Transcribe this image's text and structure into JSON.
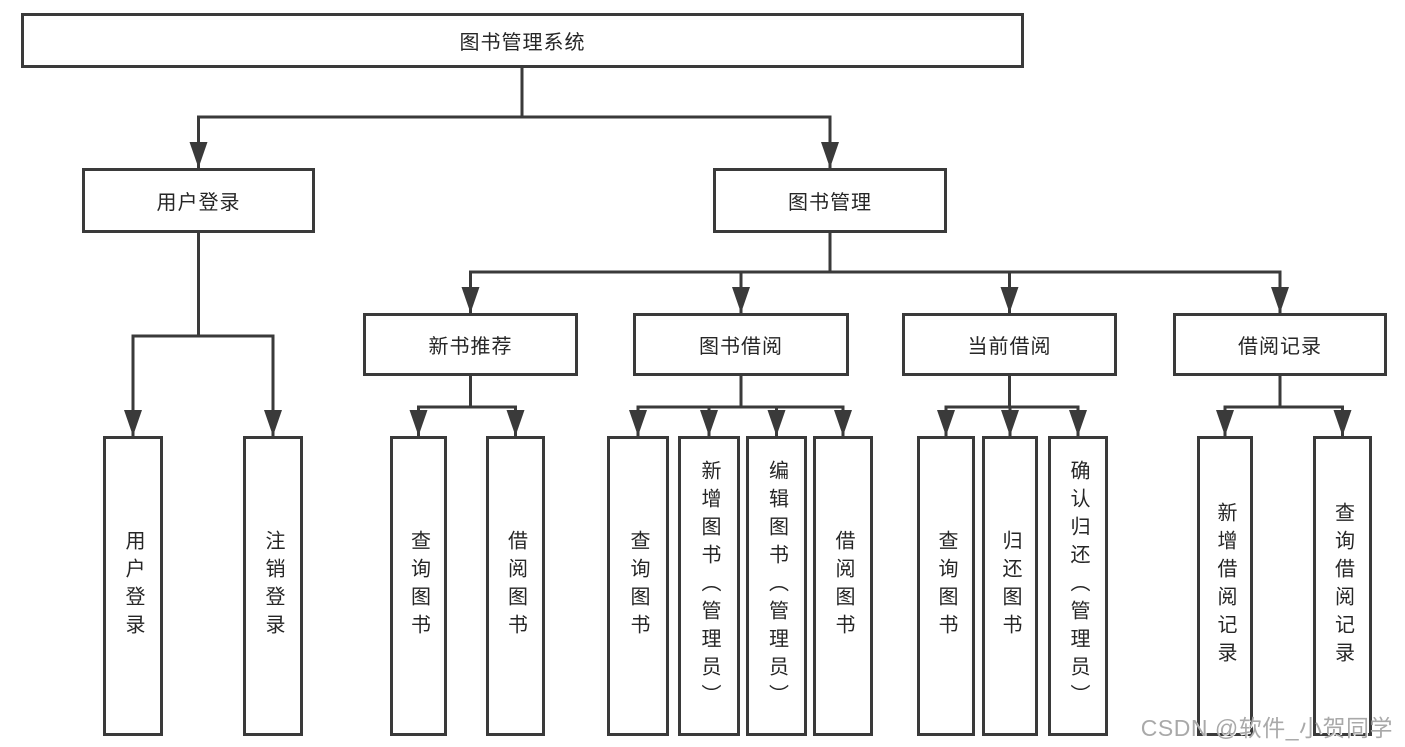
{
  "colors": {
    "line": "#3a3a3a",
    "text": "#262626",
    "box_bg": "#ffffff",
    "background": "#ffffff",
    "watermark": "#a9a9a9"
  },
  "watermark": {
    "text": "CSDN @软件_小贺同学"
  },
  "tree": {
    "root": {
      "label": "图书管理系统",
      "children": [
        {
          "label": "用户登录",
          "children": [
            {
              "label": "用户登录"
            },
            {
              "label": "注销登录"
            }
          ]
        },
        {
          "label": "图书管理",
          "children": [
            {
              "label": "新书推荐",
              "children": [
                {
                  "label": "查询图书"
                },
                {
                  "label": "借阅图书"
                }
              ]
            },
            {
              "label": "图书借阅",
              "children": [
                {
                  "label": "查询图书"
                },
                {
                  "label": "新增图书（管理员）"
                },
                {
                  "label": "编辑图书（管理员）"
                },
                {
                  "label": "借阅图书"
                }
              ]
            },
            {
              "label": "当前借阅",
              "children": [
                {
                  "label": "查询图书"
                },
                {
                  "label": "归还图书"
                },
                {
                  "label": "确认归还（管理员）"
                }
              ]
            },
            {
              "label": "借阅记录",
              "children": [
                {
                  "label": "新增借阅记录"
                },
                {
                  "label": "查询借阅记录"
                }
              ]
            }
          ]
        }
      ]
    }
  }
}
